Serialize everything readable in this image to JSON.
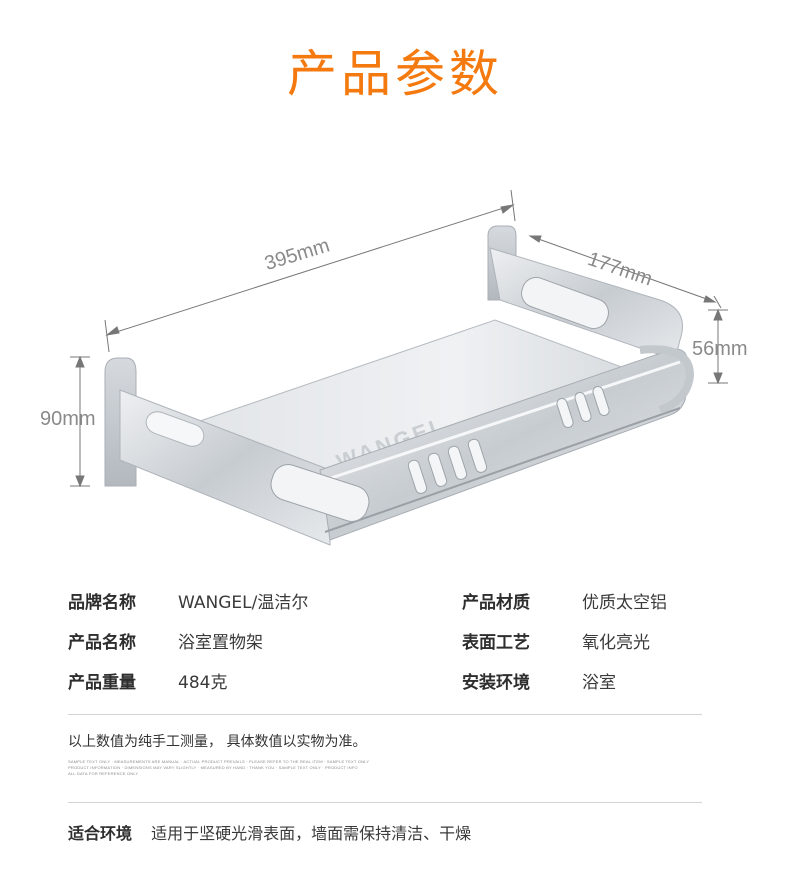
{
  "header": {
    "title": "产品参数"
  },
  "dimensions": {
    "length": "395mm",
    "width": "177mm",
    "height_front": "56mm",
    "height_back": "90mm"
  },
  "product": {
    "engraving": "WANGEL"
  },
  "specs": [
    {
      "label": "品牌名称",
      "value": "WANGEL/温洁尔"
    },
    {
      "label": "产品材质",
      "value": "优质太空铝"
    },
    {
      "label": "产品名称",
      "value": "浴室置物架"
    },
    {
      "label": "表面工艺",
      "value": "氧化亮光"
    },
    {
      "label": "产品重量",
      "value": "484克"
    },
    {
      "label": "安装环境",
      "value": "浴室"
    }
  ],
  "note": "以上数值为纯手工测量， 具体数值以实物为准。",
  "fine_print": [
    "SAMPLE TEXT ONLY · MEASUREMENTS ARE MANUAL · ACTUAL PRODUCT PREVAILS · PLEASE REFER TO THE REAL ITEM · SAMPLE TEXT ONLY",
    "PRODUCT INFORMATION · DIMENSIONS MAY VARY SLIGHTLY · MEASURED BY HAND · THANK YOU · SAMPLE TEXT ONLY · PRODUCT INFO",
    "ALL DATA FOR REFERENCE ONLY"
  ],
  "environment": {
    "label": "适合环境",
    "value": "适用于坚硬光滑表面，墙面需保持清洁、干燥"
  },
  "colors": {
    "accent": "#f47a10",
    "text": "#3a3a3a",
    "dimension": "#8a8a8a",
    "divider": "#d3d3d3"
  }
}
